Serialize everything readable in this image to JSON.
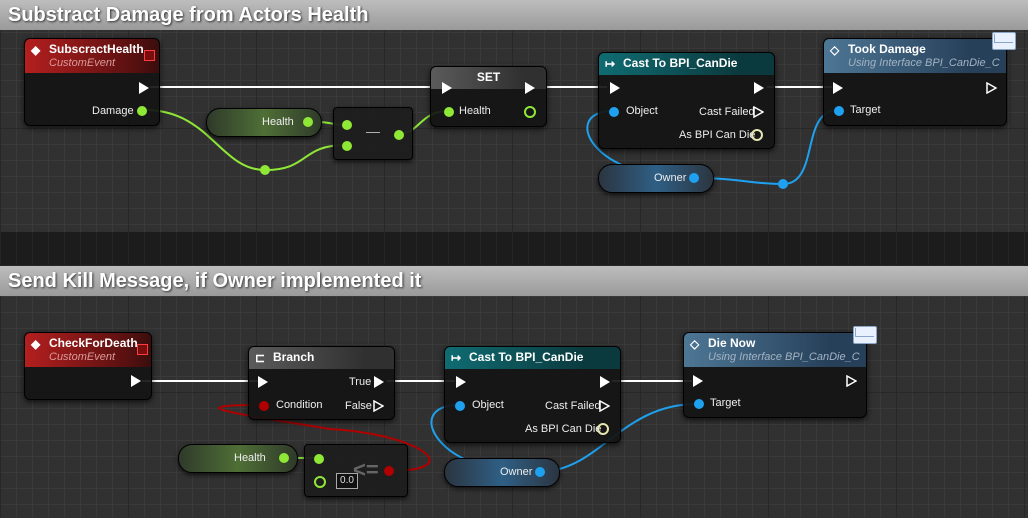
{
  "sections": [
    {
      "title": "Substract Damage from Actors Health"
    },
    {
      "title": "Send Kill Message, if Owner implemented it"
    }
  ],
  "top": {
    "event": {
      "title": "SubscractHealth",
      "subtitle": "CustomEvent",
      "pin": "Damage"
    },
    "health_var": "Health",
    "subtract_symbol": "—",
    "set": {
      "title": "SET",
      "pin": "Health"
    },
    "cast": {
      "title": "Cast To BPI_CanDie",
      "object": "Object",
      "cast_failed": "Cast Failed",
      "as_out": "As BPI Can Die"
    },
    "owner_var": "Owner",
    "took": {
      "title": "Took Damage",
      "subtitle": "Using Interface BPI_CanDie_C",
      "target": "Target"
    }
  },
  "bottom": {
    "event": {
      "title": "CheckForDeath",
      "subtitle": "CustomEvent"
    },
    "branch": {
      "title": "Branch",
      "condition": "Condition",
      "true": "True",
      "false": "False"
    },
    "health_var": "Health",
    "compare_symbol": "<=",
    "literal": "0.0",
    "cast": {
      "title": "Cast To BPI_CanDie",
      "object": "Object",
      "cast_failed": "Cast Failed",
      "as_out": "As BPI Can Die"
    },
    "owner_var": "Owner",
    "die": {
      "title": "Die Now",
      "subtitle": "Using Interface BPI_CanDie_C",
      "target": "Target"
    }
  },
  "colors": {
    "float_pin": "#8fe836",
    "object_pin": "#1ea2f0",
    "bool_pin": "#b00000",
    "event_head": "#b41f1f",
    "cast_head": "#0f6c72",
    "message_head": "#4d7795"
  },
  "icons": [
    "event-diamond-icon",
    "branch-icon",
    "cast-arrow-icon",
    "interface-message-icon",
    "envelope-icon"
  ]
}
